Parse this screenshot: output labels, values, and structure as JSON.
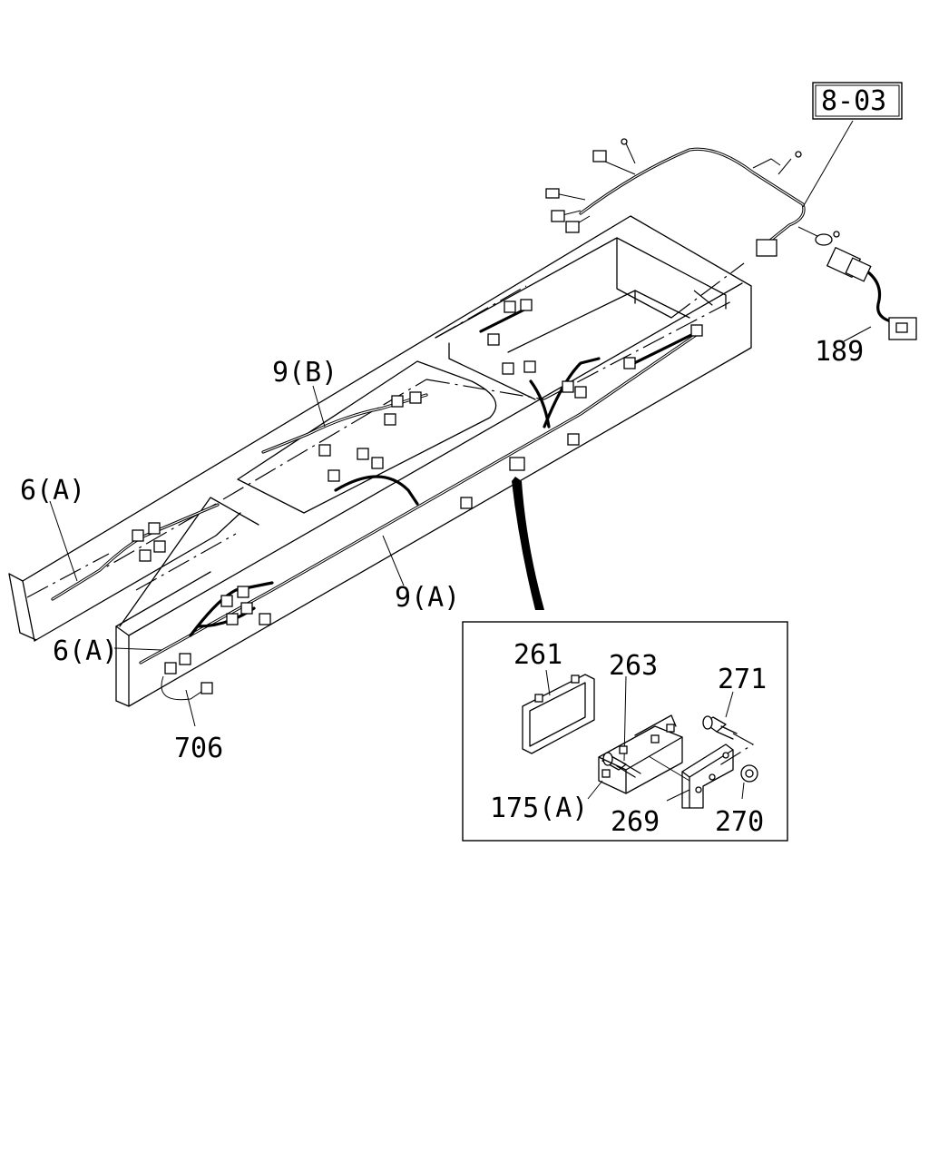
{
  "diagram": {
    "reference_box": "8-03",
    "labels": {
      "p189": "189",
      "p9b": "9(B)",
      "p6a_top": "6(A)",
      "p6a_bottom": "6(A)",
      "p9a": "9(A)",
      "p706": "706"
    },
    "detail": {
      "p261": "261",
      "p263": "263",
      "p271": "271",
      "p175a": "175(A)",
      "p269": "269",
      "p270": "270"
    }
  }
}
